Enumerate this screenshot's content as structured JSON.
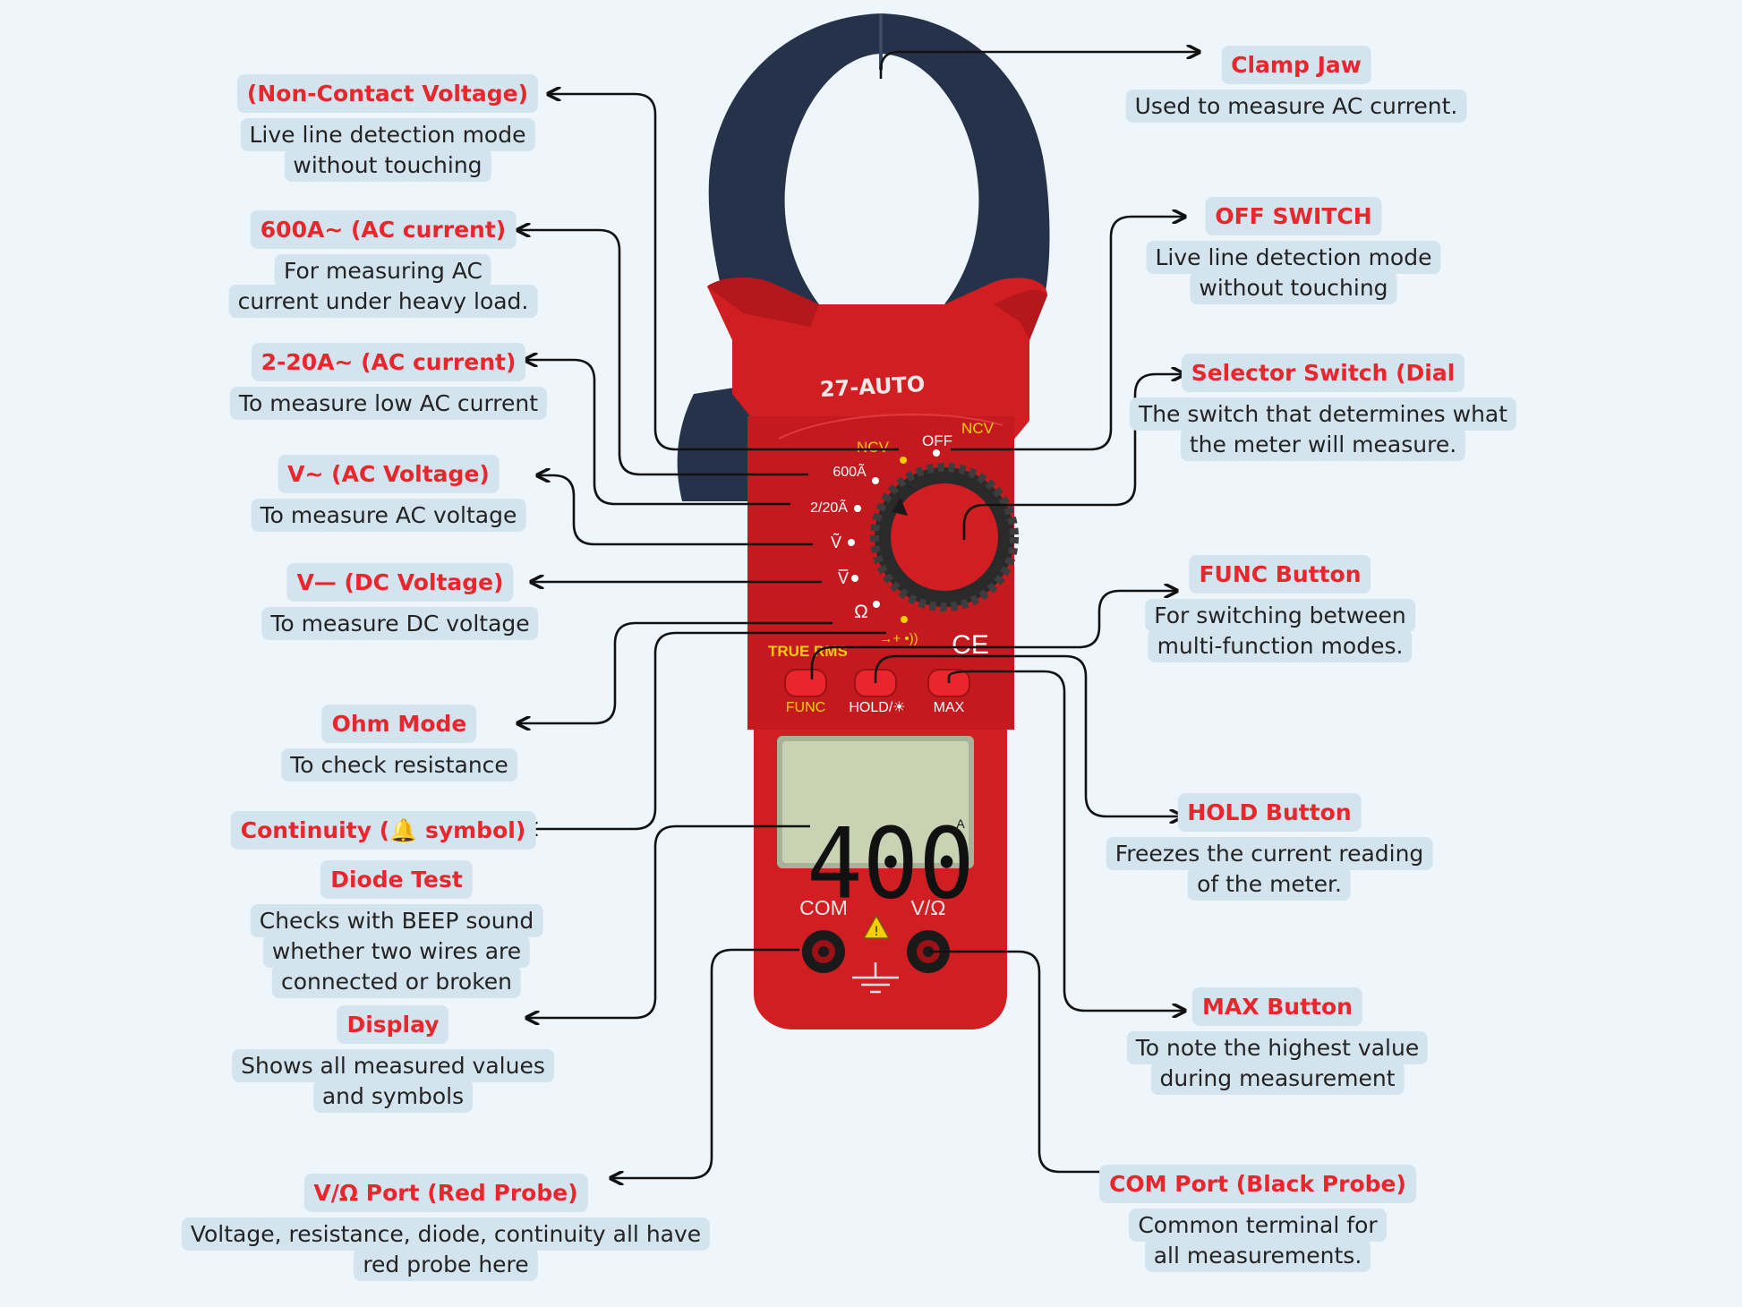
{
  "device": {
    "model": "27-AUTO",
    "dial": {
      "ncv": "NCV",
      "off": "OFF",
      "ncv_right": "NCV",
      "a600": "600Ã",
      "a2_20": "2/20Ã",
      "v_ac": "Ṽ",
      "v_dc": "V̅",
      "ohm": "Ω",
      "diode": "→+ •))"
    },
    "true_rms": "TRUE RMS",
    "ce": "CE",
    "buttons": {
      "func": "FUNC",
      "hold": "HOLD/☀",
      "max": "MAX"
    },
    "display": {
      "reading": "400",
      "unit": "A"
    },
    "ports": {
      "com": "COM",
      "v_ohm": "V/Ω"
    }
  },
  "labels": {
    "ncv": {
      "title": "(Non-Contact Voltage)",
      "desc": [
        "Live line detection mode",
        "without touching"
      ]
    },
    "ac600": {
      "title": "600A~ (AC current)",
      "desc": [
        "For measuring AC",
        "current under heavy load."
      ]
    },
    "ac2_20": {
      "title": "2-20A~ (AC current)",
      "desc": [
        "To measure low AC current"
      ]
    },
    "v_ac": {
      "title": "V~ (AC Voltage)",
      "desc": [
        "To measure AC voltage"
      ]
    },
    "v_dc": {
      "title": "V— (DC Voltage)",
      "desc": [
        "To measure DC voltage"
      ]
    },
    "ohm": {
      "title": "Ohm Mode",
      "desc": [
        "To check resistance"
      ]
    },
    "continuity": {
      "title": "Continuity (🔔 symbol)"
    },
    "diode": {
      "title": "Diode Test",
      "desc": [
        "Checks with BEEP sound",
        "whether two wires are",
        "connected or broken"
      ]
    },
    "display": {
      "title": "Display",
      "desc": [
        "Shows all measured values",
        "and symbols"
      ]
    },
    "v_port": {
      "title": "V/Ω Port (Red Probe)",
      "desc": [
        "Voltage, resistance, diode, continuity all have",
        "red probe here"
      ]
    },
    "clamp": {
      "title": "Clamp Jaw",
      "desc": [
        "Used to measure AC current."
      ]
    },
    "off": {
      "title": "OFF SWITCH",
      "desc": [
        "Live line detection mode",
        "without touching"
      ]
    },
    "selector": {
      "title": "Selector Switch (Dial",
      "desc": [
        "The switch that determines what",
        "the meter will measure."
      ]
    },
    "func": {
      "title": "FUNC Button",
      "desc": [
        "For switching between",
        "multi-function modes."
      ]
    },
    "hold": {
      "title": "HOLD Button",
      "desc": [
        "Freezes the current reading",
        "of the meter."
      ]
    },
    "max": {
      "title": "MAX Button",
      "desc": [
        "To note the highest value",
        "during measurement"
      ]
    },
    "com_port": {
      "title": "COM Port (Black Probe)",
      "desc": [
        "Common terminal for",
        "all measurements."
      ]
    }
  },
  "colors": {
    "background": "#eef6fc",
    "body_red": "#d01e22",
    "jaw_navy": "#26324a",
    "title_red": "#e8262c",
    "label_bg": "#d4e4ef",
    "lcd": "#c9d3b3",
    "dial_yellow": "#f5d000"
  }
}
